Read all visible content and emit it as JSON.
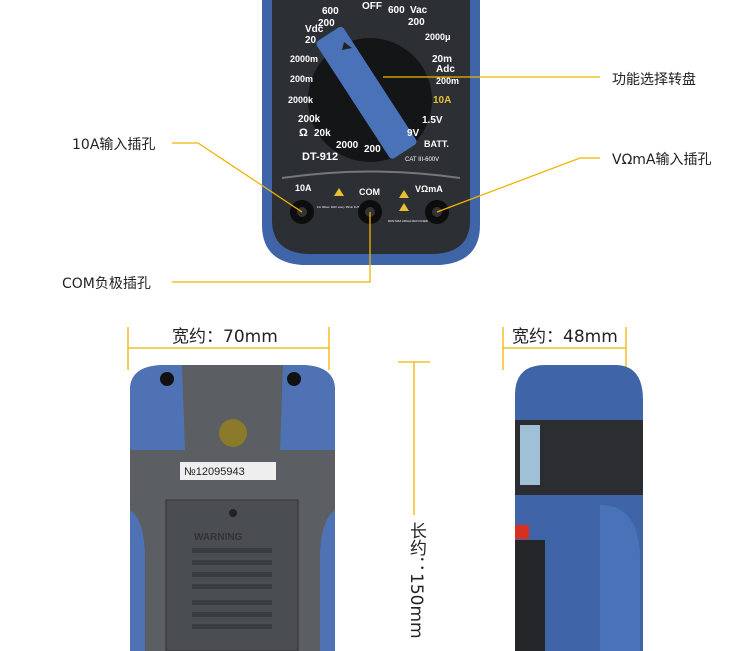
{
  "callouts": {
    "dial": "功能选择转盘",
    "input_10a": "10A输入插孔",
    "input_vomega_ma": "VΩmA输入插孔",
    "com": "COM负极插孔"
  },
  "dimensions": {
    "width_front": "宽约：70mm",
    "width_side": "宽约：48mm",
    "length": "长约：150mm"
  },
  "meter": {
    "model": "DT-912",
    "dial_labels": [
      "OFF",
      "600",
      "200",
      "Vdc",
      "20",
      "2000m",
      "200m",
      "2000k",
      "200k",
      "Ω",
      "20k",
      "2000",
      "200",
      "600",
      "Vac",
      "200",
      "2000μ",
      "20m",
      "Adc",
      "200m",
      "10A",
      "1.5V",
      "9V",
      "BATT."
    ],
    "jacks": [
      "10A",
      "COM",
      "VΩmA"
    ],
    "jack_notes": {
      "left": "For 30sec. MAX every 15min FUSED",
      "right": "600V MAX 200mA MAX FUSED"
    },
    "category": "CAT III-600V",
    "serial": "№12095943",
    "warning": "WARNING"
  },
  "colors": {
    "callout_line": "#f0b400",
    "body_blue": "#3f64a8",
    "body_dark": "#2c2f33",
    "back_gray": "#5b5e62"
  }
}
